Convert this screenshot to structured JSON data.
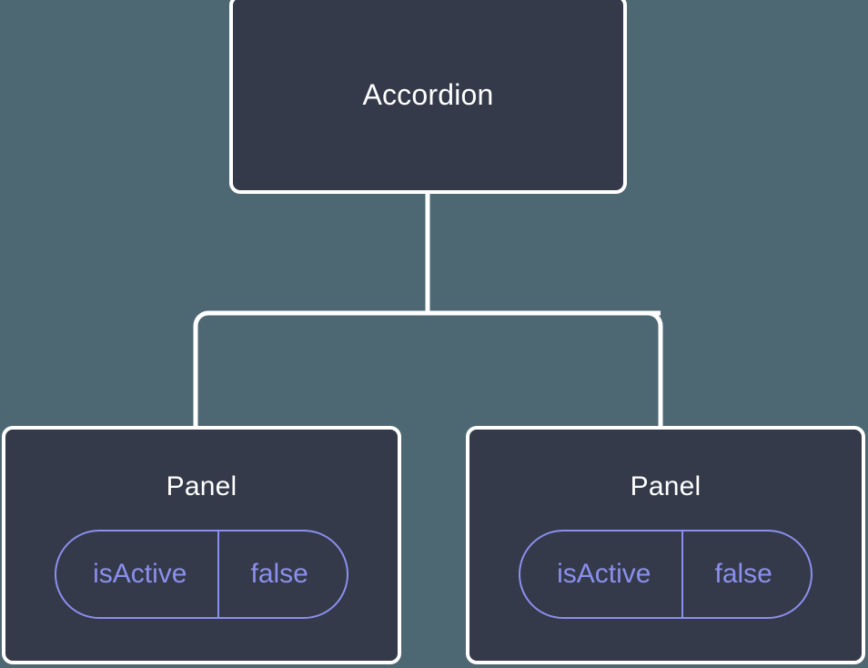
{
  "theme": {
    "background": "#4d6872",
    "node_fill": "#343a49",
    "node_border": "#ffffff",
    "node_text": "#ffffff",
    "badge_accent": "#8b8fee",
    "edge_color": "#ffffff"
  },
  "tree": {
    "root": {
      "title": "Accordion"
    },
    "children": [
      {
        "title": "Panel",
        "state": {
          "key": "isActive",
          "value": "false"
        }
      },
      {
        "title": "Panel",
        "state": {
          "key": "isActive",
          "value": "false"
        }
      }
    ]
  }
}
